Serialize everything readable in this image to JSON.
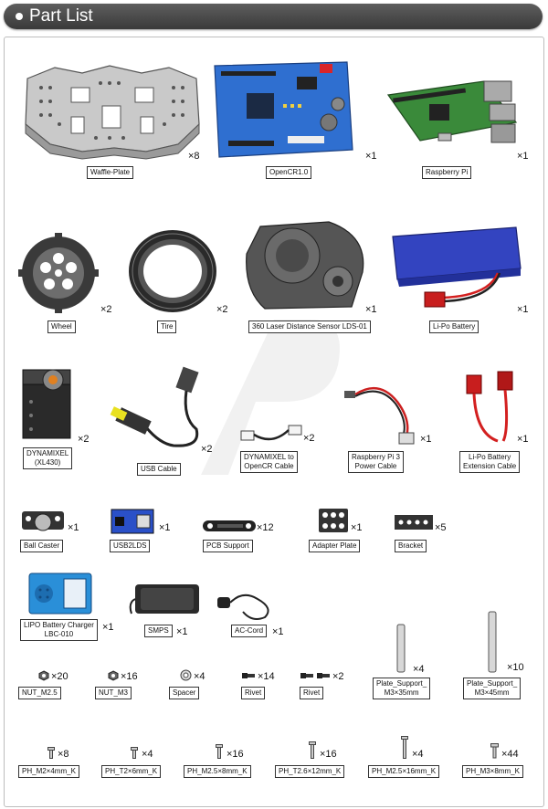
{
  "header": {
    "title": "Part List"
  },
  "parts": {
    "waffle": {
      "label": "Waffle-Plate",
      "qty": "×8"
    },
    "opencr": {
      "label": "OpenCR1.0",
      "qty": "×1"
    },
    "rpi": {
      "label": "Raspberry Pi",
      "qty": "×1"
    },
    "wheel": {
      "label": "Wheel",
      "qty": "×2"
    },
    "tire": {
      "label": "Tire",
      "qty": "×2"
    },
    "lds": {
      "label": "360 Laser Distance Sensor LDS-01",
      "qty": "×1"
    },
    "lipo": {
      "label": "Li-Po Battery",
      "qty": "×1"
    },
    "dxl": {
      "label1": "DYNAMIXEL",
      "label2": "(XL430)",
      "qty": "×2"
    },
    "usb": {
      "label": "USB Cable",
      "qty": "×2"
    },
    "dxlcable": {
      "label1": "DYNAMIXEL to",
      "label2": "OpenCR Cable",
      "qty": "×2"
    },
    "rpipower": {
      "label1": "Raspberry Pi 3",
      "label2": "Power Cable",
      "qty": "×1"
    },
    "lipoext": {
      "label1": "Li-Po Battery",
      "label2": "Extension Cable",
      "qty": "×1"
    },
    "ballcaster": {
      "label": "Ball Caster",
      "qty": "×1"
    },
    "usb2lds": {
      "label": "USB2LDS",
      "qty": "×1"
    },
    "pcbsupport": {
      "label": "PCB Support",
      "qty": "×12"
    },
    "adapter": {
      "label": "Adapter Plate",
      "qty": "×1"
    },
    "bracket": {
      "label": "Bracket",
      "qty": "×5"
    },
    "charger": {
      "label1": "LIPO Battery Charger",
      "label2": "LBC-010",
      "qty": "×1"
    },
    "smps": {
      "label": "SMPS",
      "qty": "×1"
    },
    "accord": {
      "label": "AC-Cord",
      "qty": "×1"
    },
    "nutm25": {
      "label": "NUT_M2.5",
      "qty": "×20"
    },
    "nutm3": {
      "label": "NUT_M3",
      "qty": "×16"
    },
    "spacer": {
      "label": "Spacer",
      "qty": "×4"
    },
    "rivet1": {
      "label": "Rivet",
      "qty": "×14"
    },
    "rivet2": {
      "label": "Rivet",
      "qty": "×2"
    },
    "ps35": {
      "label1": "Plate_Support_",
      "label2": "M3×35mm",
      "qty": "×4"
    },
    "ps45": {
      "label1": "Plate_Support_",
      "label2": "M3×45mm",
      "qty": "×10"
    },
    "ph1": {
      "label": "PH_M2×4mm_K",
      "qty": "×8"
    },
    "ph2": {
      "label": "PH_T2×6mm_K",
      "qty": "×4"
    },
    "ph3": {
      "label": "PH_M2.5×8mm_K",
      "qty": "×16"
    },
    "ph4": {
      "label": "PH_T2.6×12mm_K",
      "qty": "×16"
    },
    "ph5": {
      "label": "PH_M2.5×16mm_K",
      "qty": "×4"
    },
    "ph6": {
      "label": "PH_M3×8mm_K",
      "qty": "×44"
    }
  }
}
